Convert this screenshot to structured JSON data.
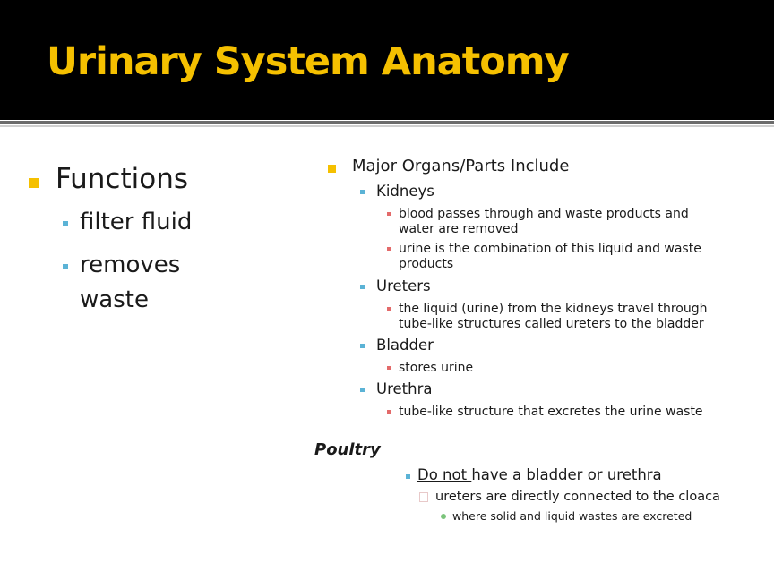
{
  "slide": {
    "title": "Urinary System Anatomy",
    "left": {
      "heading": "Functions",
      "items": [
        "filter fluid",
        "removes",
        "waste"
      ]
    },
    "right": {
      "heading": "Major Organs/Parts Include",
      "organs": [
        {
          "name": "Kidneys",
          "details": [
            [
              "blood passes through and waste products and",
              "water are removed"
            ],
            [
              "urine is the combination of this liquid and waste",
              "products"
            ]
          ]
        },
        {
          "name": "Ureters",
          "details": [
            [
              "the liquid (urine) from the kidneys travel through",
              "tube-like structures called ureters to the bladder"
            ]
          ]
        },
        {
          "name": "Bladder",
          "details": [
            [
              "stores urine"
            ]
          ]
        },
        {
          "name": "Urethra",
          "details": [
            [
              "tube-like structure that excretes the urine waste"
            ]
          ]
        }
      ]
    },
    "poultry": {
      "label": "Poultry",
      "point_underlined": "Do not ",
      "point_rest": "have a bladder or urethra",
      "sub": "ureters are directly connected to the cloaca",
      "subsub": "where solid and liquid wastes are excreted"
    }
  },
  "colors": {
    "title": "#f5c000",
    "header_bg": "#000000",
    "bullet_l1": "#f5c000",
    "bullet_l2": "#5bb3d6",
    "bullet_l3": "#e36a6a",
    "bullet_dot": "#7bc47b"
  }
}
